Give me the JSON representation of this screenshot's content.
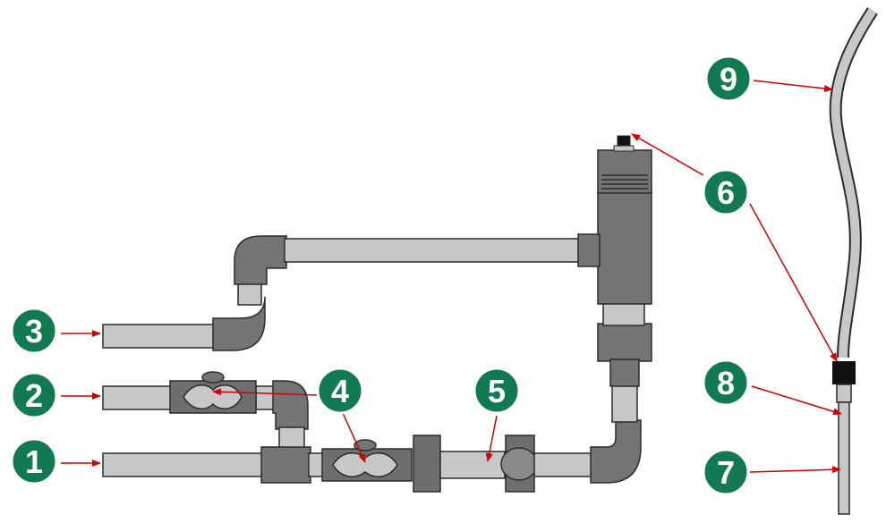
{
  "colors": {
    "badge_fill": "#127a52",
    "badge_text": "#ffffff",
    "pipe_light": "#c8c8c8",
    "fitting_dark": "#747474",
    "valve_body": "#6e6e6e",
    "arrow": "#d10000",
    "outline": "#2b2b2b",
    "sensor_cap": "#111111"
  },
  "callouts": [
    {
      "label": "1",
      "target": "pipe-inlet"
    },
    {
      "label": "2",
      "target": "pipe-branch"
    },
    {
      "label": "3",
      "target": "pipe-return"
    },
    {
      "label": "4",
      "target": "ball-valve"
    },
    {
      "label": "5",
      "target": "check-valve"
    },
    {
      "label": "6",
      "target": "vent-fitting"
    },
    {
      "label": "7",
      "target": "tube-lower"
    },
    {
      "label": "8",
      "target": "tube-adapter"
    },
    {
      "label": "9",
      "target": "flexible-hose"
    }
  ]
}
